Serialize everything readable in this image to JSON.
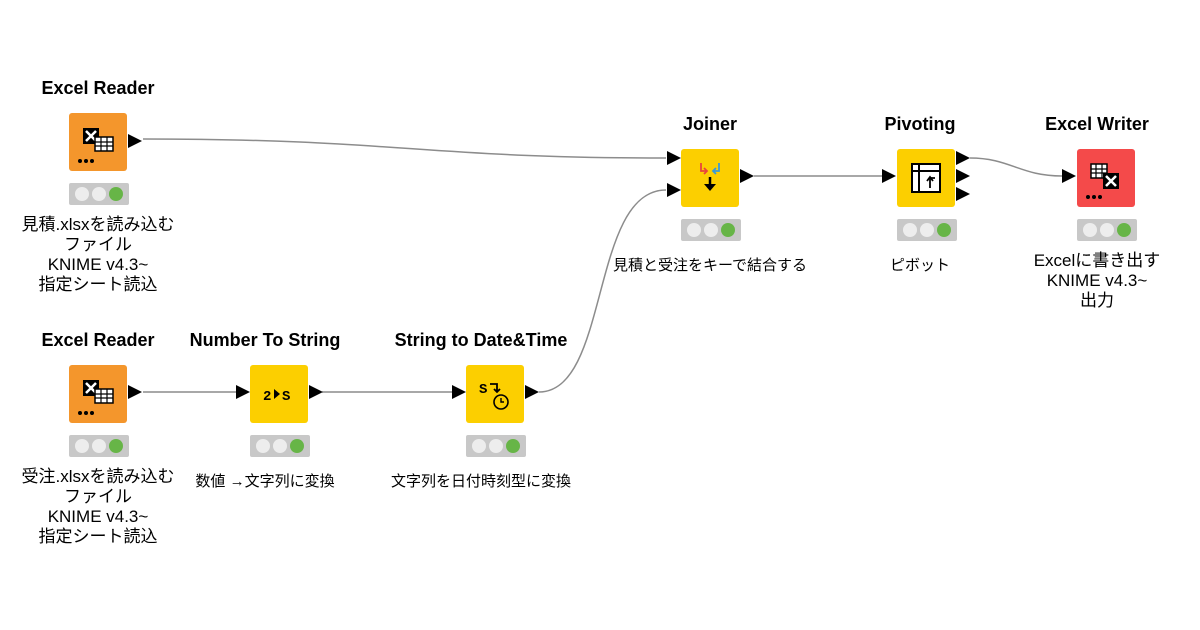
{
  "nodes": [
    {
      "id": "reader1",
      "title": "Excel Reader",
      "color": "#f4962c",
      "icon": "excel-reader-icon",
      "desc": [
        "見積.xlsxを読み込む",
        "ファイル",
        "KNIME v4.3~",
        "指定シート読込"
      ]
    },
    {
      "id": "reader2",
      "title": "Excel Reader",
      "color": "#f4962c",
      "icon": "excel-reader-icon",
      "desc": [
        "受注.xlsxを読み込む",
        "ファイル",
        "KNIME v4.3~",
        "指定シート読込"
      ]
    },
    {
      "id": "num2str",
      "title": "Number To String",
      "color": "#fccf00",
      "icon": "number-to-string-icon",
      "desc": [
        "数値 →文字列に変換"
      ]
    },
    {
      "id": "str2date",
      "title": "String to Date&Time",
      "color": "#fccf00",
      "icon": "string-to-datetime-icon",
      "desc": [
        "文字列を日付時刻型に変換"
      ]
    },
    {
      "id": "joiner",
      "title": "Joiner",
      "color": "#fccf00",
      "icon": "joiner-icon",
      "desc": [
        "見積と受注をキーで結合する"
      ]
    },
    {
      "id": "pivoting",
      "title": "Pivoting",
      "color": "#fccf00",
      "icon": "pivoting-icon",
      "desc": [
        "ピボット"
      ]
    },
    {
      "id": "writer",
      "title": "Excel Writer",
      "color": "#f44a4a",
      "icon": "excel-writer-icon",
      "desc": [
        "Excelに書き出す",
        "KNIME v4.3~",
        "出力"
      ]
    }
  ],
  "status": {
    "light_off": "#ededed",
    "light_on": "#67b547",
    "bar": "#c8c8c8"
  },
  "wire_color": "#8c8c8c"
}
